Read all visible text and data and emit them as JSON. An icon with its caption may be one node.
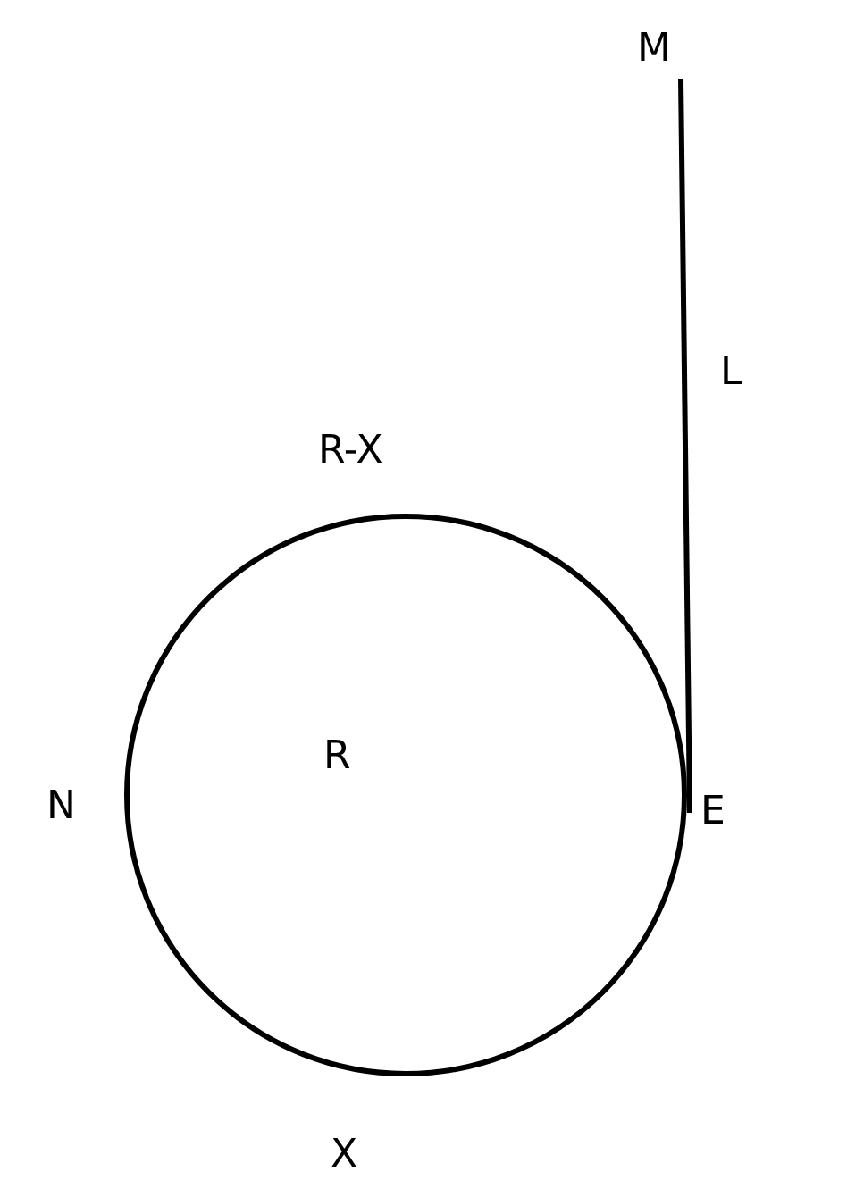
{
  "diagram": {
    "nodes": [
      {
        "text": [
          "R"
        ]
      },
      {
        "text": [
          "M"
        ]
      },
      {
        "text": [
          "E"
        ]
      }
    ],
    "edges": [
      {
        "from": 1,
        "to": 2,
        "arrow": "none",
        "label": "L"
      }
    ],
    "labels": [
      "R-X",
      "N",
      "X"
    ]
  }
}
